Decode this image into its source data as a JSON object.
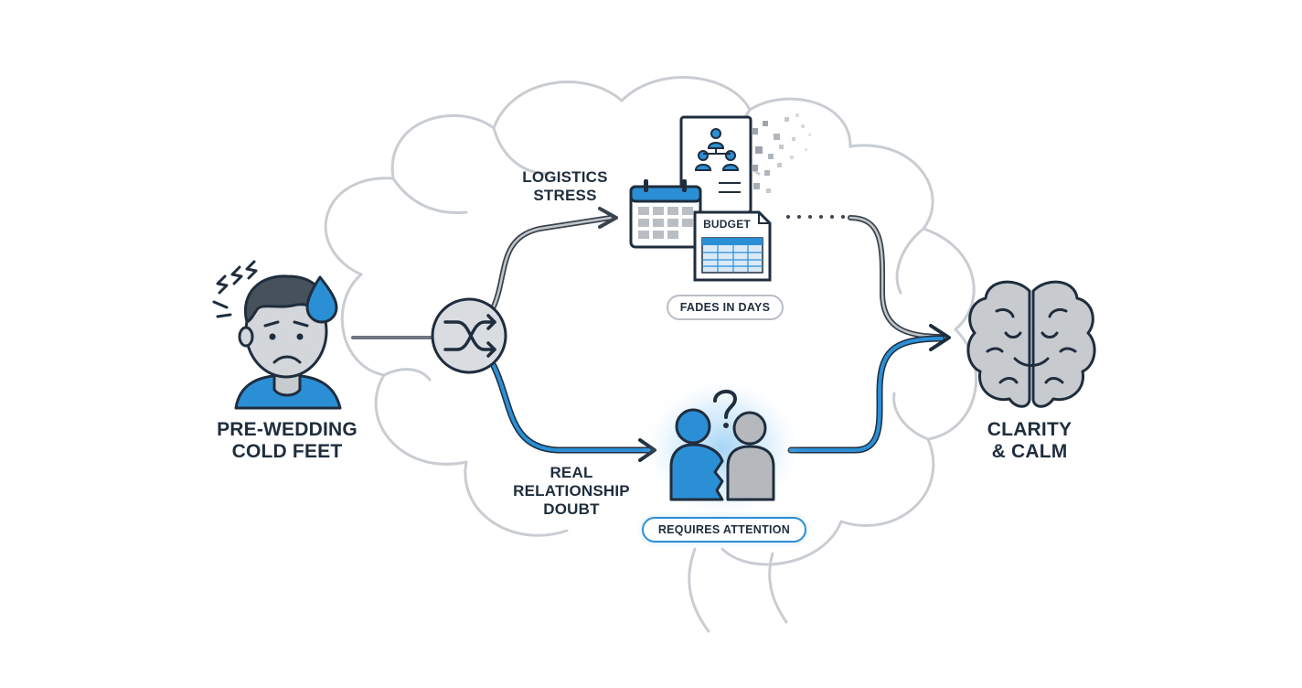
{
  "start": {
    "line1": "PRE-WEDDING",
    "line2": "COLD FEET"
  },
  "end": {
    "line1": "CLARITY",
    "line2": "& CALM"
  },
  "top_path": {
    "line1": "LOGISTICS",
    "line2": "STRESS",
    "badge": "FADES IN DAYS",
    "budget_label": "BUDGET"
  },
  "bottom_path": {
    "line1": "REAL",
    "line2": "RELATIONSHIP",
    "line3": "DOUBT",
    "badge": "REQUIRES ATTENTION"
  },
  "icons": [
    "stressed-person-icon",
    "shuffle-icon",
    "calendar-icon",
    "seating-chart-icon",
    "budget-spreadsheet-icon",
    "couple-question-icon",
    "calm-brain-icon",
    "brain-outline-background"
  ],
  "colors": {
    "accent": "#2b8fd6",
    "ink": "#1f2d3d",
    "grey": "#b9bec4",
    "figure_grey": "#b5b9be"
  }
}
